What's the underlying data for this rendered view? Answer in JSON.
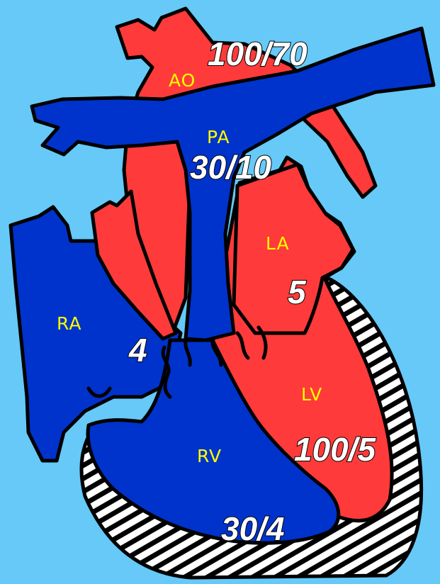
{
  "colors": {
    "background": "#66c9f8",
    "oxygenated": "#ff3a3a",
    "deoxygenated": "#0033cc",
    "outline": "#000000",
    "chamber_label": "#ffff00",
    "pressure_label": "#ffffff"
  },
  "chambers": {
    "ao": "AO",
    "pa": "PA",
    "la": "LA",
    "ra": "RA",
    "lv": "LV",
    "rv": "RV"
  },
  "pressures": {
    "aorta": "100/70",
    "pulmonary_artery": "30/10",
    "left_atrium": "5",
    "right_atrium": "4",
    "left_ventricle": "100/5",
    "right_ventricle": "30/4"
  }
}
